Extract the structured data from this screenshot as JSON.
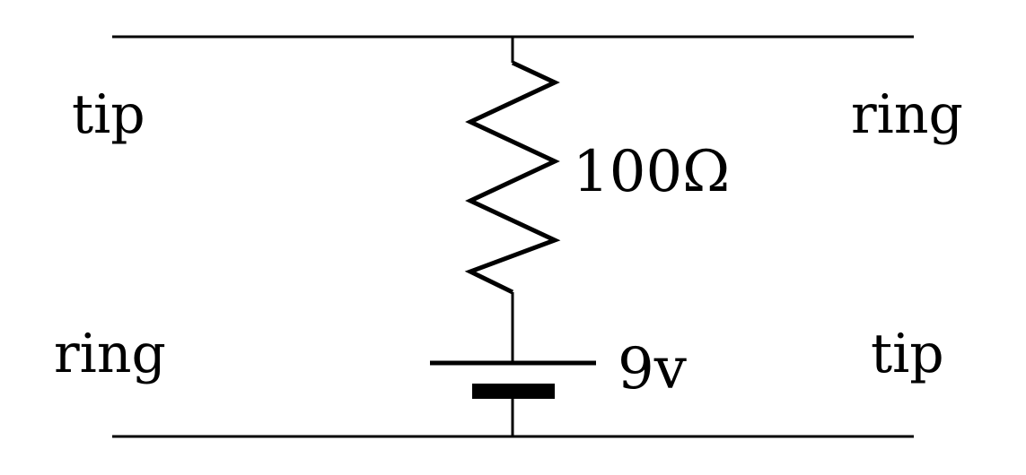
{
  "labels": {
    "top_left": "tip",
    "top_right": "ring",
    "bottom_left": "ring",
    "bottom_right": "tip",
    "resistor_value": "100Ω",
    "battery_value": "9v"
  },
  "colors": {
    "wire": "#000000",
    "background": "#ffffff"
  }
}
